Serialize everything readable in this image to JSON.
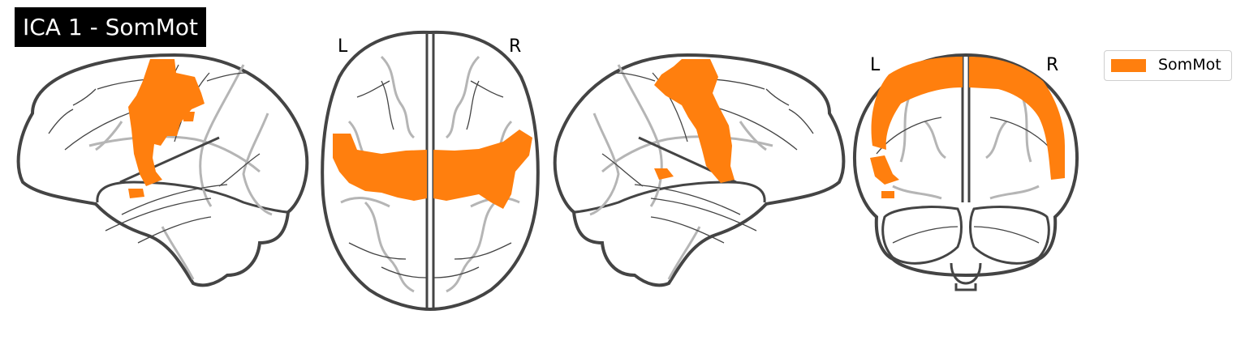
{
  "title": "ICA 1 - SomMot",
  "views": {
    "axial": {
      "left_label": "L",
      "right_label": "R"
    },
    "coronal": {
      "left_label": "L",
      "right_label": "R"
    }
  },
  "legend": {
    "label": "SomMot",
    "color": "#ff7f0e"
  },
  "colors": {
    "activation": "#ff7f0e",
    "outline": "#444444",
    "sulci_background": "#b5b5b5",
    "title_background": "#000000",
    "title_text": "#ffffff"
  }
}
